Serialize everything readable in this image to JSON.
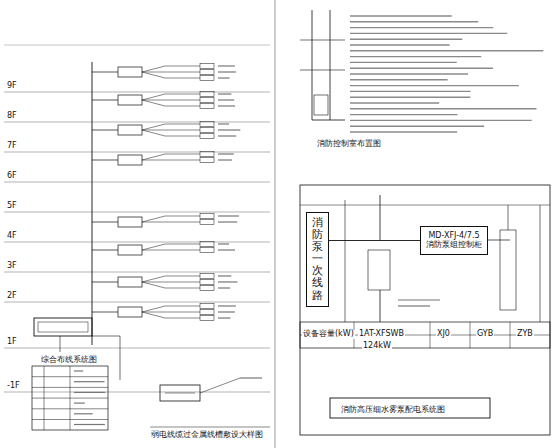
{
  "diagram": {
    "nodes": [
      {
        "text": [
          "消防泵一次线路"
        ]
      },
      {
        "text": [
          "MD-XFJ-4/7.5",
          "消防泵组控制柜"
        ]
      }
    ],
    "edges": [
      {
        "from": 0,
        "to": 1,
        "arrow": "none"
      }
    ],
    "labels": [
      "9F",
      "8F",
      "7F",
      "6F",
      "5F",
      "4F",
      "3F",
      "2F",
      "1F",
      "-1F",
      "综合布线系统图",
      "消防控制室布置图",
      "弱电线缆过金属线槽敷设大样图",
      "消防高压细水雾泵配电系统图",
      "设备容量(kW)",
      "1AT-XFSWB",
      "XJ0",
      "GYB",
      "ZYB",
      "124kW"
    ]
  }
}
